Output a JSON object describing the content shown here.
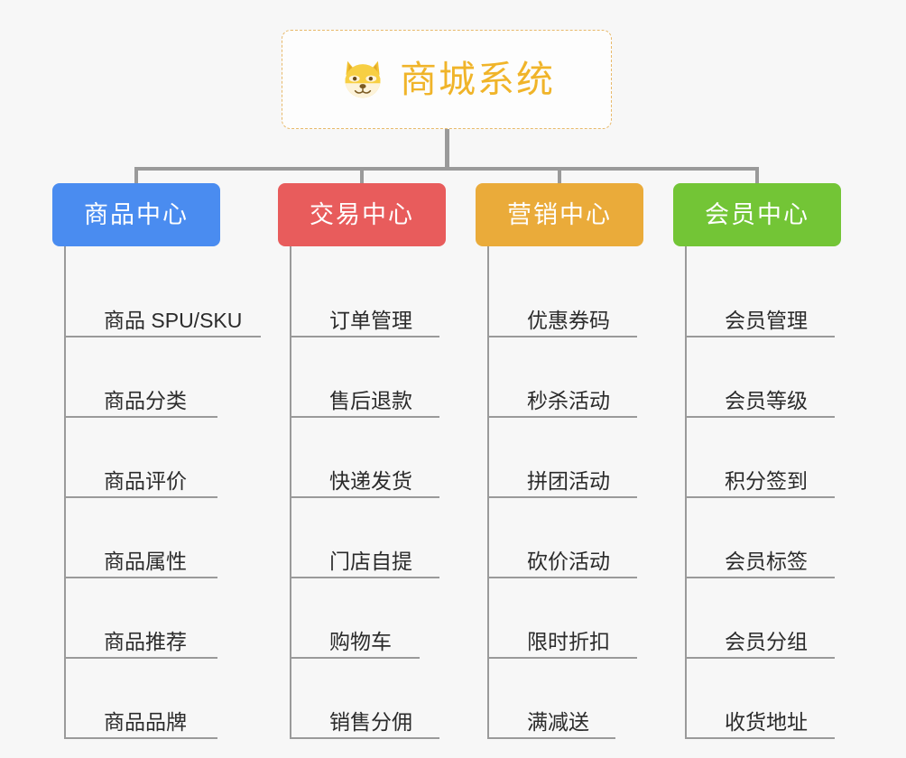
{
  "root": {
    "title": "商城系统",
    "icon": "shiba-dog-emoji",
    "accent_color": "#f0b429",
    "border_color": "#e8b96a"
  },
  "canvas": {
    "background_color": "#f7f7f7",
    "connector_color": "#9a9a9a"
  },
  "branches": [
    {
      "label": "商品中心",
      "color": "#4a8cf0",
      "items": [
        "商品 SPU/SKU",
        "商品分类",
        "商品评价",
        "商品属性",
        "商品推荐",
        "商品品牌"
      ]
    },
    {
      "label": "交易中心",
      "color": "#e85c5c",
      "items": [
        "订单管理",
        "售后退款",
        "快递发货",
        "门店自提",
        "购物车",
        "销售分佣"
      ]
    },
    {
      "label": "营销中心",
      "color": "#eaab3a",
      "items": [
        "优惠券码",
        "秒杀活动",
        "拼团活动",
        "砍价活动",
        "限时折扣",
        "满减送"
      ]
    },
    {
      "label": "会员中心",
      "color": "#73c536",
      "items": [
        "会员管理",
        "会员等级",
        "积分签到",
        "会员标签",
        "会员分组",
        "收货地址"
      ]
    }
  ]
}
